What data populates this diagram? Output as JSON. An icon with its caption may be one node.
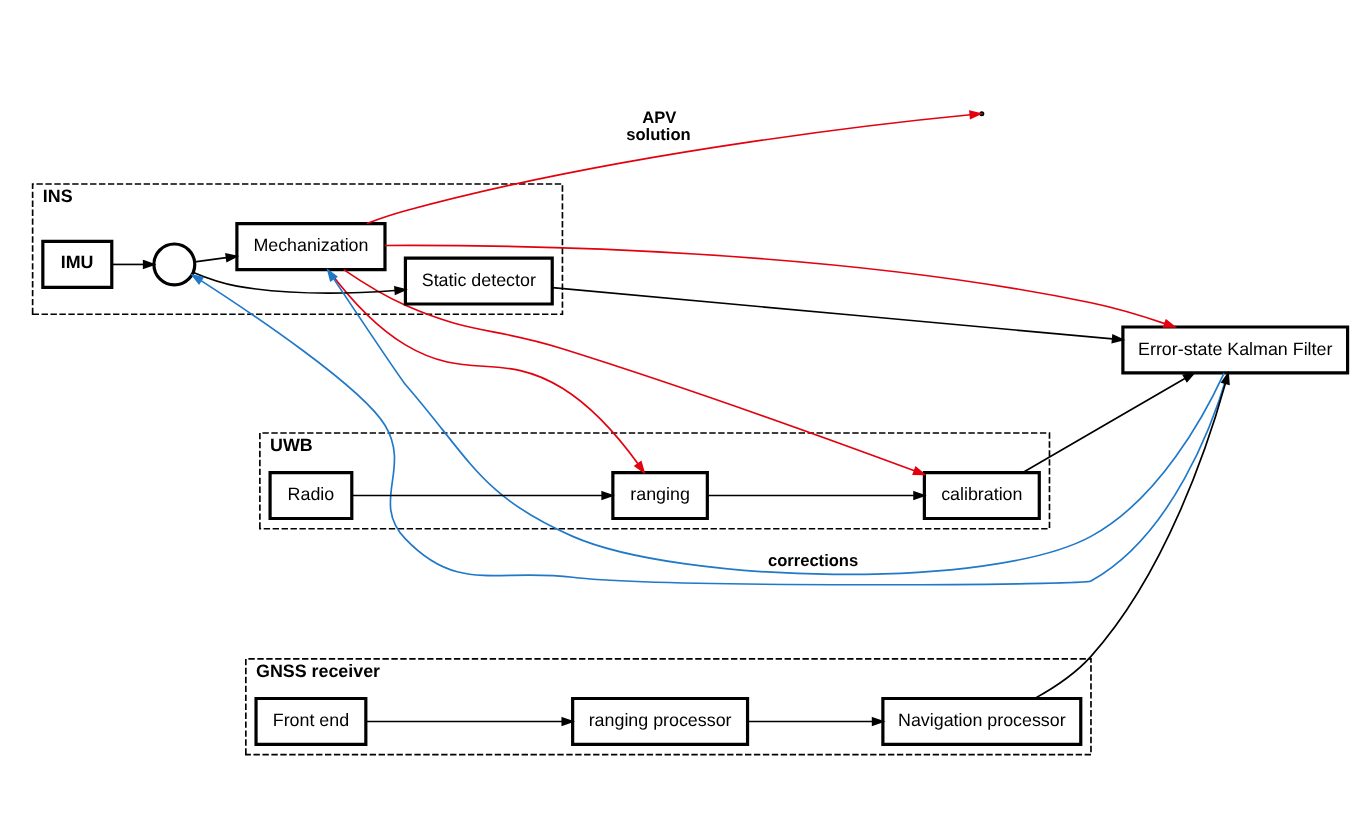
{
  "diagram": {
    "nodes": [
      {
        "text": [
          "INS"
        ]
      },
      {
        "text": [
          "Mechanization"
        ],
        "in": 0
      },
      {
        "text": [
          "IMU"
        ],
        "in": 0
      },
      {
        "text": [],
        "shape": "circle",
        "in": 0
      },
      {
        "text": [
          "Static detector"
        ],
        "in": 0
      },
      {
        "text": [
          "Error-state Kalman Filter"
        ]
      },
      {
        "text": [
          "UWB"
        ]
      },
      {
        "text": [
          "Radio"
        ],
        "in": 6
      },
      {
        "text": [
          "ranging"
        ],
        "in": 6
      },
      {
        "text": [
          "calibration"
        ],
        "in": 6
      },
      {
        "text": [
          "GNSS receiver"
        ]
      },
      {
        "text": [
          "Front end"
        ],
        "in": 10
      },
      {
        "text": [
          "ranging processor"
        ],
        "in": 10
      },
      {
        "text": [
          "Navigation processor"
        ],
        "in": 10
      }
    ],
    "edges": [
      {
        "from": 2,
        "to": 3,
        "arrow": "to"
      },
      {
        "from": 3,
        "to": 1,
        "arrow": "to"
      },
      {
        "from": 3,
        "to": 4,
        "arrow": "to"
      },
      {
        "from": 4,
        "to": 5,
        "arrow": "to"
      },
      {
        "from": 1,
        "to": 5,
        "arrow": "to",
        "color": "#e3000f"
      },
      {
        "from": 1,
        "to": null,
        "arrow": "to",
        "label": "APV solution",
        "color": "#e3000f"
      },
      {
        "from": 1,
        "to": 8,
        "arrow": "to",
        "color": "#e3000f"
      },
      {
        "from": 1,
        "to": 9,
        "arrow": "to",
        "color": "#e3000f"
      },
      {
        "from": 5,
        "to": 3,
        "arrow": "to",
        "color": "#1f78c8"
      },
      {
        "from": 5,
        "to": 1,
        "arrow": "to",
        "label": "corrections",
        "color": "#1f78c8"
      },
      {
        "from": 7,
        "to": 8,
        "arrow": "to"
      },
      {
        "from": 8,
        "to": 9,
        "arrow": "to"
      },
      {
        "from": 9,
        "to": 5,
        "arrow": "to"
      },
      {
        "from": 11,
        "to": 12,
        "arrow": "to"
      },
      {
        "from": 12,
        "to": 13,
        "arrow": "to"
      },
      {
        "from": 13,
        "to": 5,
        "arrow": "to"
      }
    ]
  }
}
